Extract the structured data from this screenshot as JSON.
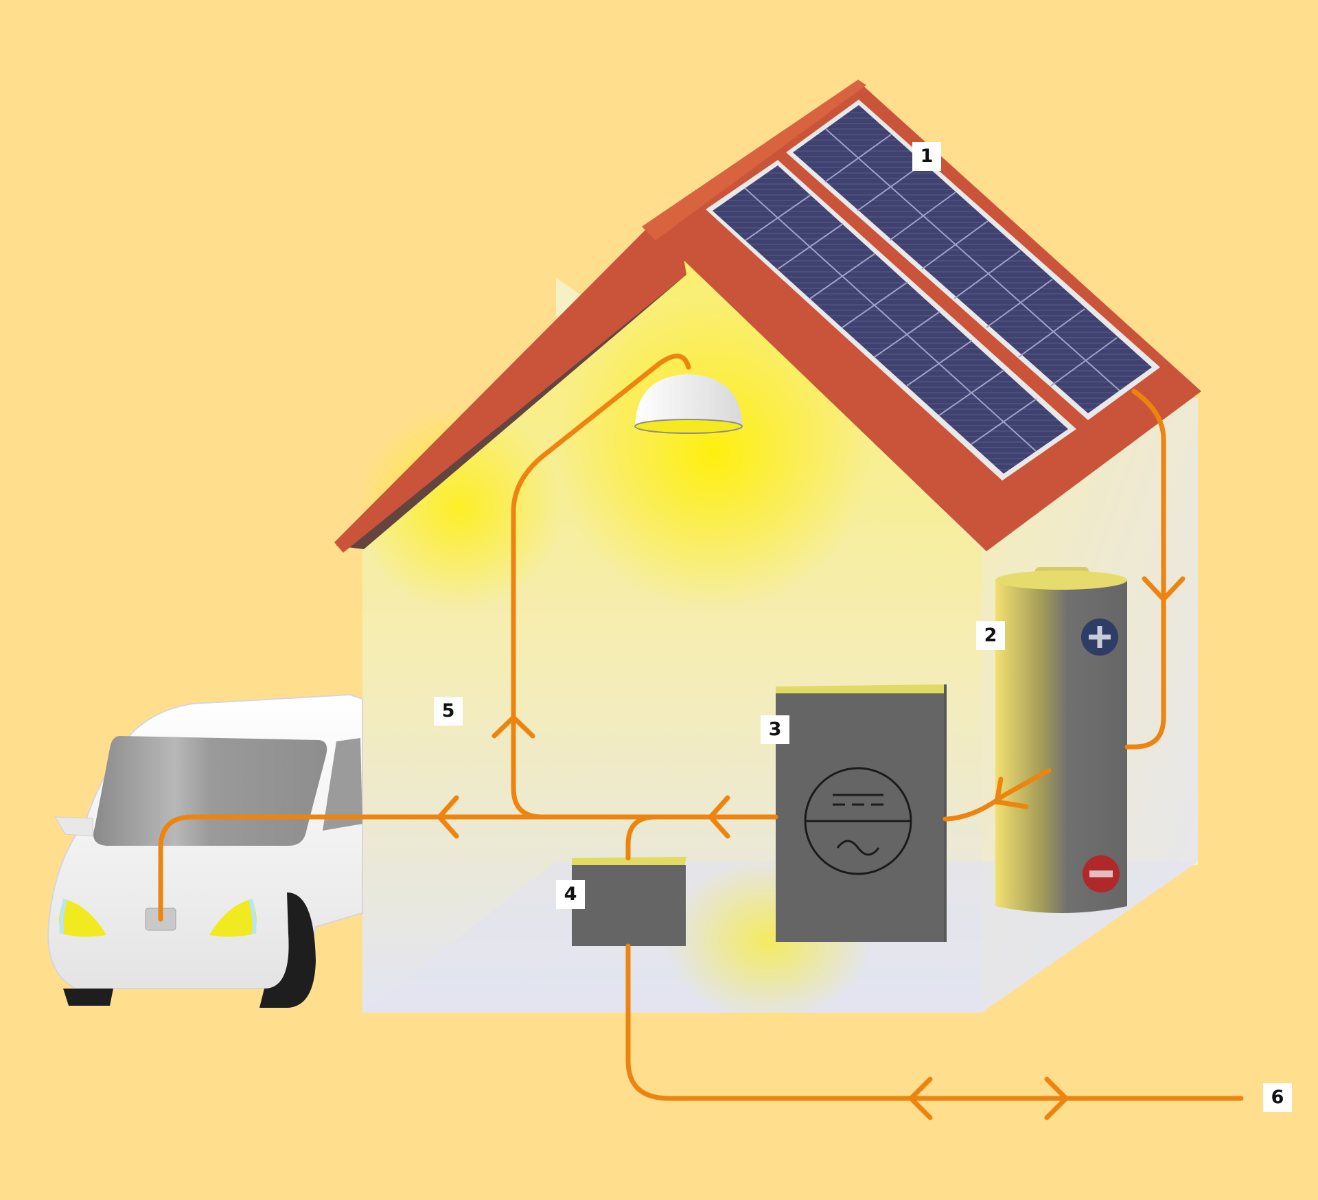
{
  "colors": {
    "background": "#FFDF8E",
    "roof": "#C9543A",
    "roof_inner": "#63443F",
    "solar_panel": "#3E3F6E",
    "wire": "#EE8410",
    "device": "#656565",
    "device_top": "#E1DA63",
    "wall_glow": "#FFEB2A",
    "battery_plus": "#2E3D66",
    "battery_minus": "#B0282A",
    "car_body": "#F5F5F5"
  },
  "icons": {
    "solar": "solar-panel-icon",
    "battery": "battery-icon",
    "inverter": "inverter-icon",
    "meter": "meter-box-icon",
    "lamp": "ceiling-lamp-icon",
    "car": "electric-car-icon",
    "grid": "grid-line-icon"
  },
  "labels": {
    "solar_panels": "1",
    "battery": "2",
    "inverter": "3",
    "meter": "4",
    "consumers": "5",
    "grid": "6"
  }
}
